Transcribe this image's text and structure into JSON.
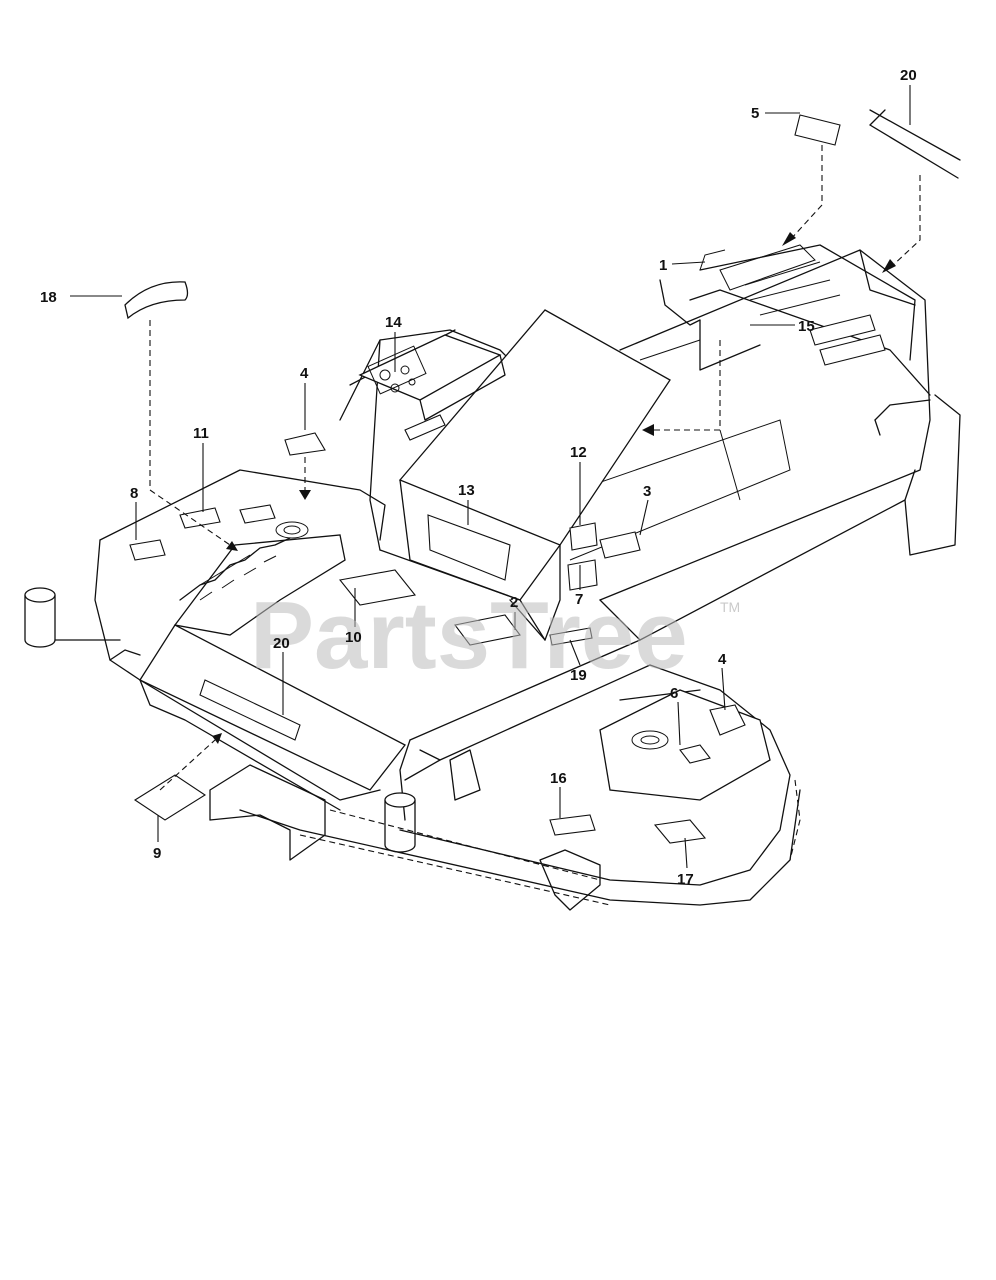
{
  "watermark": {
    "text": "PartsTree",
    "trademark": "TM"
  },
  "callouts": [
    {
      "id": "c-20-top",
      "label": "20"
    },
    {
      "id": "c-5",
      "label": "5"
    },
    {
      "id": "c-1",
      "label": "1"
    },
    {
      "id": "c-15",
      "label": "15"
    },
    {
      "id": "c-14",
      "label": "14"
    },
    {
      "id": "c-4-top",
      "label": "4"
    },
    {
      "id": "c-18",
      "label": "18"
    },
    {
      "id": "c-11",
      "label": "11"
    },
    {
      "id": "c-8",
      "label": "8"
    },
    {
      "id": "c-13",
      "label": "13"
    },
    {
      "id": "c-12",
      "label": "12"
    },
    {
      "id": "c-3",
      "label": "3"
    },
    {
      "id": "c-10",
      "label": "10"
    },
    {
      "id": "c-2",
      "label": "2"
    },
    {
      "id": "c-7",
      "label": "7"
    },
    {
      "id": "c-20-mid",
      "label": "20"
    },
    {
      "id": "c-19",
      "label": "19"
    },
    {
      "id": "c-4-right",
      "label": "4"
    },
    {
      "id": "c-6",
      "label": "6"
    },
    {
      "id": "c-16",
      "label": "16"
    },
    {
      "id": "c-9",
      "label": "9"
    },
    {
      "id": "c-17",
      "label": "17"
    }
  ]
}
